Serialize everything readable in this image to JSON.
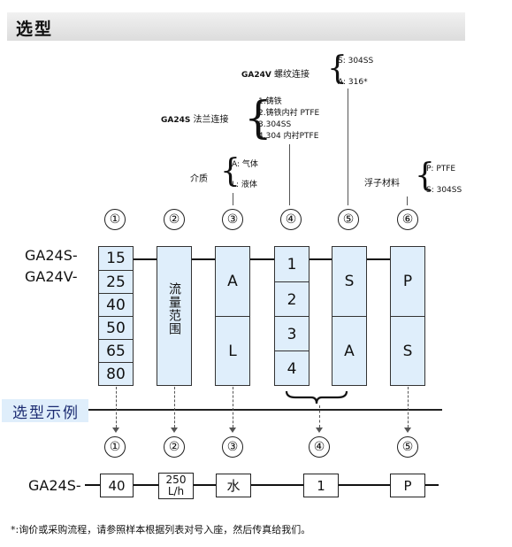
{
  "title": "选型",
  "annotations": {
    "connection_threaded": {
      "model": "GA24V",
      "label": "螺纹连接",
      "options": [
        "S: 304SS",
        "A: 316*"
      ]
    },
    "connection_flanged": {
      "model": "GA24S",
      "label": "法兰连接",
      "options": [
        "1:铸铁",
        "2.铸铁内衬 PTFE",
        "3.304SS",
        "4.304 内衬PTFE"
      ]
    },
    "medium": {
      "label": "介质",
      "options": [
        "A: 气体",
        "L: 液体"
      ]
    },
    "float_material": {
      "label": "浮子材料",
      "options": [
        "P: PTFE",
        "S: 304SS"
      ]
    }
  },
  "column_numbers": [
    "①",
    "②",
    "③",
    "④",
    "⑤",
    "⑥"
  ],
  "model_labels": [
    "GA24S-",
    "GA24V-"
  ],
  "columns": {
    "size": [
      "15",
      "25",
      "40",
      "50",
      "65",
      "80"
    ],
    "flow": "流量范围",
    "medium": [
      "A",
      "L"
    ],
    "flange_material": [
      "1",
      "2",
      "3",
      "4"
    ],
    "thread_material": [
      "S",
      "A"
    ],
    "float": [
      "P",
      "S"
    ]
  },
  "example": {
    "section_title": "选型示例",
    "numbers": [
      "①",
      "②",
      "③",
      "④",
      "⑤"
    ],
    "model": "GA24S-",
    "values": [
      "40",
      "250\nL/h",
      "水",
      "1",
      "P"
    ]
  },
  "footer": "*:询价或采购流程，请参照样本根据列表对号入座，然后传真给我们。"
}
